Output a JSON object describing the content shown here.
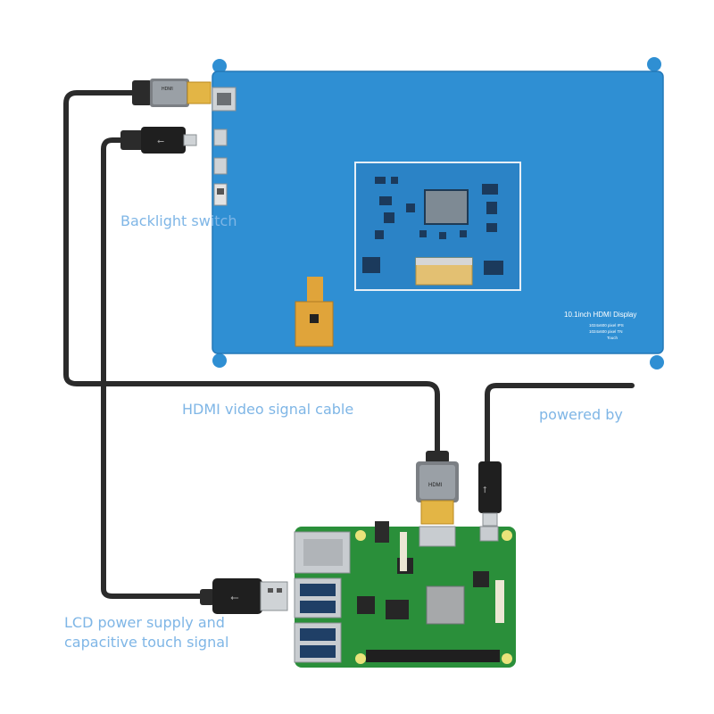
{
  "labels": {
    "backlight": "Backlight switch",
    "hdmi_cable": "HDMI video signal cable",
    "powered_by": "powered by",
    "lcd_power": [
      "LCD power supply and",
      "capacitive touch signal"
    ]
  },
  "display_panel": {
    "model_text": "10.1inch HDMI Display",
    "spec_lines": [
      "1024x600 pixel  IPS",
      "1024x600 pixel  TN",
      "Touch"
    ],
    "connector_brand": "HDMI"
  },
  "colors": {
    "label": "#7fb6e6",
    "panel": "#2f8fd3",
    "panel_dark": "#2478b8",
    "cable": "#2b2b2b",
    "board": "#2a8f3a",
    "gold": "#d9a633"
  }
}
